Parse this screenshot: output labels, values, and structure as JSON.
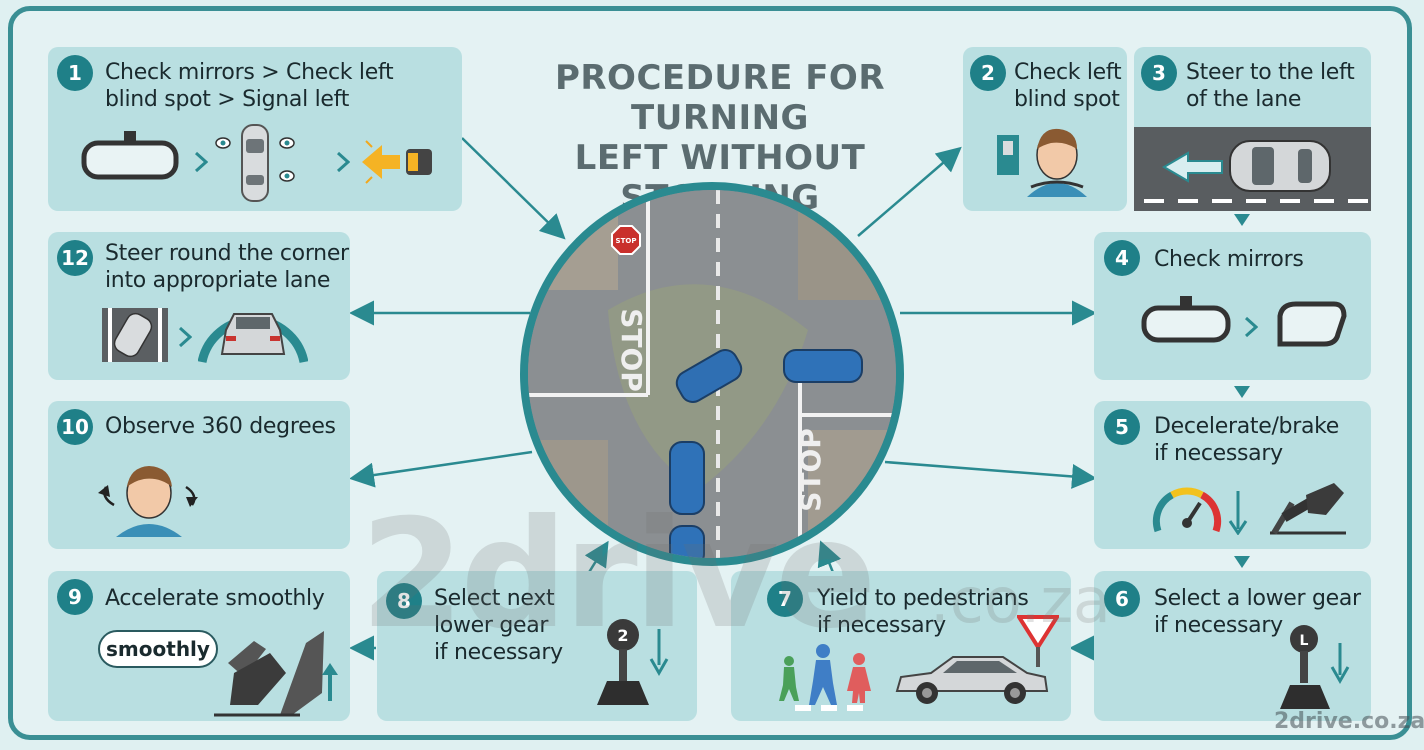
{
  "title": "PROCEDURE FOR TURNING LEFT WITHOUT STOPPING",
  "title_lines": [
    "PROCEDURE FOR TURNING",
    "LEFT WITHOUT STOPPING"
  ],
  "steps": [
    {
      "num": "1",
      "lines": [
        "Check mirrors > Check left",
        "blind spot > Signal left"
      ]
    },
    {
      "num": "2",
      "lines": [
        "Check left",
        "blind spot"
      ]
    },
    {
      "num": "3",
      "lines": [
        "Steer to the left",
        "of the lane"
      ]
    },
    {
      "num": "4",
      "lines": [
        "Check mirrors"
      ]
    },
    {
      "num": "5",
      "lines": [
        "Decelerate/brake",
        "if necessary"
      ]
    },
    {
      "num": "6",
      "lines": [
        "Select a lower gear",
        "if necessary"
      ]
    },
    {
      "num": "7",
      "lines": [
        "Yield to pedestrians",
        "if necessary"
      ]
    },
    {
      "num": "8",
      "lines": [
        "Select next",
        "lower gear",
        "if necessary"
      ]
    },
    {
      "num": "9",
      "lines": [
        "Accelerate smoothly"
      ]
    },
    {
      "num": "10",
      "lines": [
        "Observe 360 degrees"
      ]
    },
    {
      "num": "12",
      "lines": [
        "Steer round the corner",
        "into appropriate lane"
      ]
    }
  ],
  "pill_text": "smoothly",
  "road_markings": {
    "stop1": "STOP",
    "stop2": "STOP",
    "sign": "STOP"
  },
  "gear_labels": {
    "step6": "L",
    "step8": "2"
  },
  "watermark": {
    "brand": "2drive",
    "domain": ".co.za",
    "footer": "2drive.co.za"
  },
  "colors": {
    "accent": "#1f8088",
    "card": "#b9dfe1",
    "frame": "#3a8f94",
    "arrow": "#2a8a90"
  }
}
